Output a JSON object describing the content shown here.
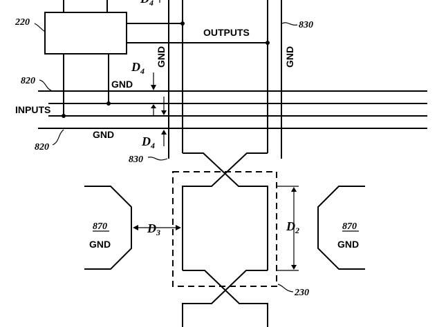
{
  "labels": {
    "outputs": "OUTPUTS",
    "inputs": "INPUTS",
    "gnd": "GND",
    "d4_letter": "D",
    "d4_sub": "4",
    "d3_letter": "D",
    "d3_sub": "3",
    "d2_letter": "D",
    "d2_sub": "2"
  },
  "refs": {
    "r220": "220",
    "r820": "820",
    "r830": "830",
    "r870": "870",
    "r230": "230"
  }
}
